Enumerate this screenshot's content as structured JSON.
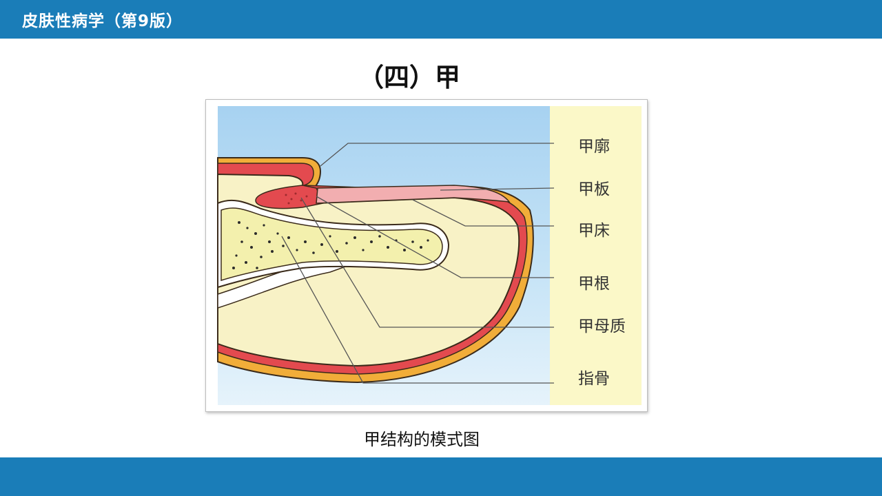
{
  "header": {
    "course_title": "皮肤性病学（第9版）"
  },
  "slide": {
    "title": "（四）甲"
  },
  "figure": {
    "labels": {
      "nail_fold": "甲廓",
      "nail_plate": "甲板",
      "nail_bed": "甲床",
      "nail_root": "甲根",
      "nail_matrix": "甲母质",
      "phalanx": "指骨"
    },
    "caption": "甲结构的模式图"
  },
  "colors": {
    "bar_blue": "#1a7db8",
    "sky_blue": "#a8d4f2",
    "label_panel": "#fbf8c8",
    "skin": "#f8f2c6",
    "nail_red": "#e34a4f",
    "nail_pink": "#f2aeb0",
    "orange_edge": "#f1ad39",
    "bone_yellow": "#f3f0ad"
  }
}
